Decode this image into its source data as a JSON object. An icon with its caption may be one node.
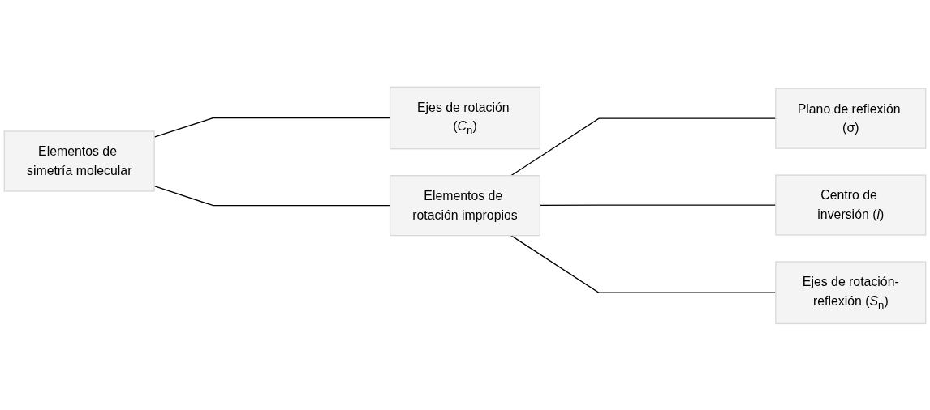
{
  "diagram": {
    "nodes": [
      {
        "text": [
          "Elementos de simetría molecular"
        ]
      },
      {
        "text": [
          "Ejes de rotación (*C*$_{n}$)"
        ]
      },
      {
        "text": [
          "Elementos de rotación impropios"
        ]
      },
      {
        "text": [
          "Plano de reflexión (σ)"
        ]
      },
      {
        "text": [
          "Centro de inversión (*i*)"
        ]
      },
      {
        "text": [
          "Ejes de rotación-reflexión (*S*$_{n}$)"
        ]
      }
    ],
    "edges": [
      {
        "from": 0,
        "to": 1,
        "arrow": "none"
      },
      {
        "from": 0,
        "to": 2,
        "arrow": "none"
      },
      {
        "from": 2,
        "to": 3,
        "arrow": "none"
      },
      {
        "from": 2,
        "to": 4,
        "arrow": "none"
      },
      {
        "from": 2,
        "to": 5,
        "arrow": "none"
      }
    ]
  }
}
